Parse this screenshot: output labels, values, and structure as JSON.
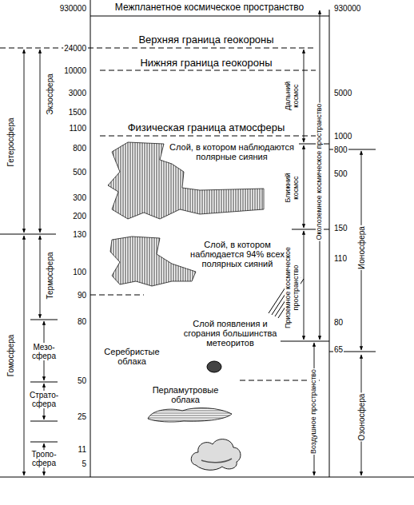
{
  "diagram": {
    "labels": [
      "Межпланетное космическое пространство",
      "930000",
      "24000",
      "10000",
      "3000",
      "1500",
      "1100",
      "800",
      "500",
      "300",
      "200",
      "130",
      "100",
      "90",
      "80",
      "50",
      "25",
      "11",
      "5",
      "930000",
      "5000",
      "1000",
      "800",
      "500",
      "150",
      "110",
      "80",
      "65",
      "Гетеросфера",
      "Гомосфера",
      "Экзосфера",
      "Термосфера",
      "Мезо- сфера",
      "Страто- сфера",
      "Тропо- сфера",
      "Верхняя граница геокороны",
      "Нижняя граница геокороны",
      "Физическая граница атмосферы",
      "Слой, в котором наблюдаются полярные сияния",
      "Слой, в котором наблюдается 94% всех полярных сияний",
      "Слой появления и сгорания большинства метеоритов",
      "Серебристые облака",
      "Перламутровые облака",
      "Дальний космос",
      "Ближний космос",
      "Приземное космическое пространство",
      "Околоземное космическое пространство",
      "Воздушное пространство",
      "Ионосфера",
      "Озоносфера"
    ]
  }
}
